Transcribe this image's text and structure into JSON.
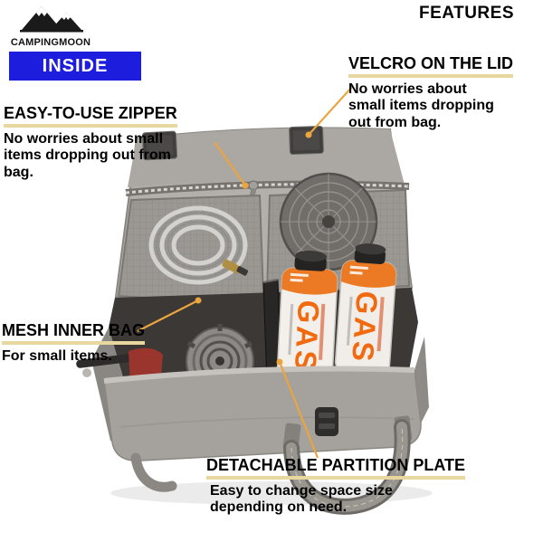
{
  "colors": {
    "accent-blue": "#1d1ddd",
    "underline": "#e9d7a0",
    "callout-line": "#eba43e",
    "gas-orange": "#f26a10"
  },
  "brand": {
    "name": "CAMPINGMOON"
  },
  "header": {
    "features_label": "FEATURES"
  },
  "badge": {
    "label": "INSIDE"
  },
  "callouts": {
    "zipper": {
      "title": "EASY-TO-USE ZIPPER",
      "description": "No worries about small items dropping out from bag."
    },
    "velcro": {
      "title": "VELCRO ON THE LID",
      "description": "No worries about small items dropping out from bag."
    },
    "mesh": {
      "title": "MESH INNER BAG",
      "description": "For small items."
    },
    "partition": {
      "title": "DETACHABLE PARTITION PLATE",
      "description": "Easy to change space size depending on need."
    }
  },
  "photo": {
    "gas_label": "GAS"
  }
}
